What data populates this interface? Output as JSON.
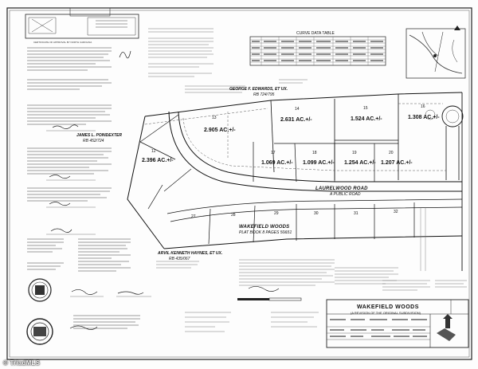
{
  "plat": {
    "curve_table_title": "CURVE DATA TABLE",
    "subdivision_name": "WAKEFIELD WOODS",
    "subdivision_subtitle": "(A REVISION OF THE ORIGINAL SUBDIVISION)",
    "road_name": "LAURELWOOD ROAD",
    "road_type": "A PUBLIC ROAD",
    "plat_ref": "WAKEFIELD WOODS",
    "plat_book": "PLAT BOOK 8  PAGES 50&51",
    "north_owner": "GEORGE F. EDWARDS, ET UX.",
    "north_owner_rb": "RB 724/795",
    "west_owner": "JAMES L. POINDEXTER",
    "west_owner_rb": "RB 452/724",
    "south_owner": "ARVIL KENNETH HAYNES, ET UX.",
    "south_owner_rb": "RB 435/067",
    "certificate_heading": "CERTIFICATE OF APPROVAL BY NORTH CAROLINA",
    "acreages": [
      "2.905 AC.+/-",
      "2.631 AC.+/-",
      "1.524 AC.+/-",
      "1.308 AC.+/-",
      "2.396 AC.+/-",
      "1.069 AC.+/-",
      "1.099 AC.+/-",
      "1.254 AC.+/-",
      "1.207 AC.+/-"
    ],
    "lot_numbers": [
      "13",
      "14",
      "15",
      "16",
      "12",
      "17",
      "18",
      "19",
      "20",
      "27",
      "28",
      "29",
      "30",
      "31",
      "32"
    ],
    "watermark": "© TriadMLS"
  }
}
